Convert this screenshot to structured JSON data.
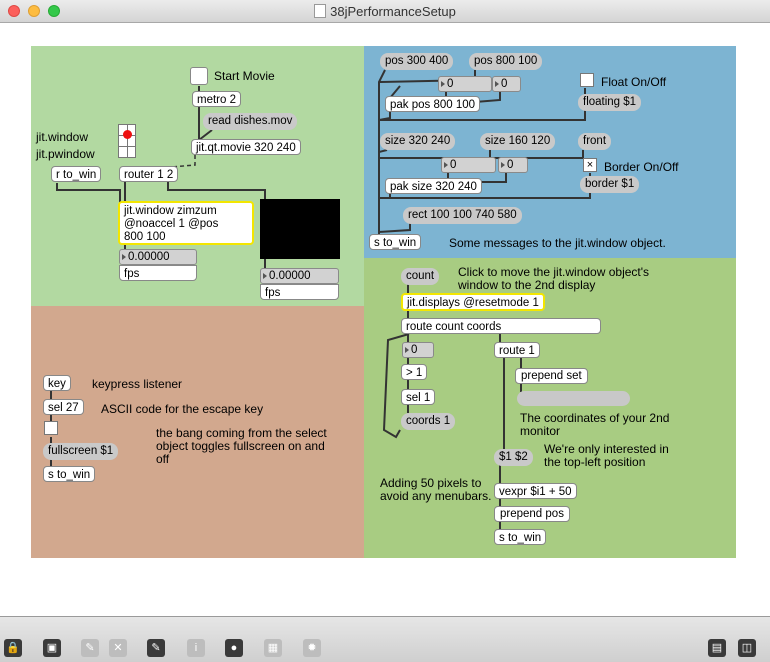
{
  "window": {
    "title": "38jPerformanceSetup"
  },
  "colors": {
    "green_panel": "#b2d9a1",
    "blue_panel": "#7db4d2",
    "brown_panel": "#d2a88e",
    "olive_panel": "#a8cc82",
    "selected_outline": "#f3e600"
  },
  "top_left": {
    "start_movie_label": "Start Movie",
    "metro": "metro 2",
    "read_msg": "read dishes.mov",
    "jitwindow_label": "jit.window",
    "jitpwindow_label": "jit.pwindow",
    "r_to_win": "r to_win",
    "router": "router 1 2",
    "qtmovie": "jit.qt.movie 320 240",
    "jitwindow_obj": [
      "jit.window zimzum",
      "@noaccel 1 @pos",
      "800 100"
    ],
    "num1": "0.00000",
    "fps1": "fps",
    "num2": "0.00000",
    "fps2": "fps"
  },
  "top_right": {
    "pos1": "pos 300 400",
    "pos2": "pos 800 100",
    "numA": "0",
    "numB": "0",
    "float_label": "Float On/Off",
    "pak_pos": "pak pos 800 100",
    "floating": "floating $1",
    "size1": "size 320 240",
    "size2": "size 160 120",
    "front": "front",
    "numC": "0",
    "numD": "0",
    "border_label": "Border On/Off",
    "pak_size": "pak size 320 240",
    "border_msg": "border $1",
    "rect": "rect 100 100 740 580",
    "s_to_win": "s to_win",
    "comment": "Some messages to the jit.window object.",
    "border_toggle": "×"
  },
  "bottom_left": {
    "key": "key",
    "keypress_label": "keypress listener",
    "sel27": "sel 27",
    "ascii_label": "ASCII code for the escape key",
    "bang_comment": [
      "the bang coming from the select",
      "object toggles fullscreen on and",
      "off"
    ],
    "fullscreen": "fullscreen $1",
    "s_to_win": "s to_win"
  },
  "bottom_right": {
    "count": "count",
    "click_comment": [
      "Click to move the jit.window object's",
      "window to the 2nd display"
    ],
    "displays": "jit.displays @resetmode 1",
    "route_cc": "route count coords",
    "num0": "0",
    "route1": "route 1",
    "gt1": "> 1",
    "prepend_set": "prepend set",
    "sel1": "sel 1",
    "coords_comment": [
      "The coordinates of your 2nd",
      "monitor"
    ],
    "coords1": "coords 1",
    "s12": "$1 $2",
    "interested_comment": [
      "We're only interested in",
      "the top-left position"
    ],
    "adding_comment": [
      "Adding 50 pixels to",
      "avoid any menubars."
    ],
    "vexpr": "vexpr $i1 + 50",
    "prepend_pos": "prepend pos",
    "s_to_win": "s to_win"
  },
  "toolbar": {
    "icons": [
      "lock-icon",
      "presentation-icon",
      "object-palette-icon",
      "clear-icon",
      "draw-icon",
      "inspector-icon",
      "connect-icon",
      "grid-icon",
      "snap-icon",
      "split-view-icon",
      "sidebar-icon"
    ]
  }
}
